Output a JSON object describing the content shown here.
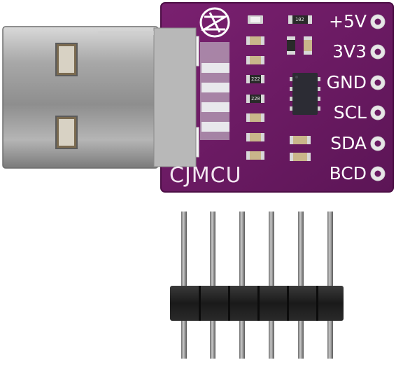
{
  "board": {
    "brand": "CJMCU",
    "pins": [
      "+5V",
      "3V3",
      "GND",
      "SCL",
      "SDA",
      "BCD"
    ],
    "resistor_codes": [
      "102",
      "222",
      "220"
    ],
    "colors": {
      "pcb": "#6b1b63",
      "pcb_edge": "#4d0f46",
      "silkscreen": "#ffffff",
      "usb_metal": "#9c9c9c",
      "header_plastic": "#1e1e1e",
      "header_pin": "#8a8a8a"
    }
  }
}
